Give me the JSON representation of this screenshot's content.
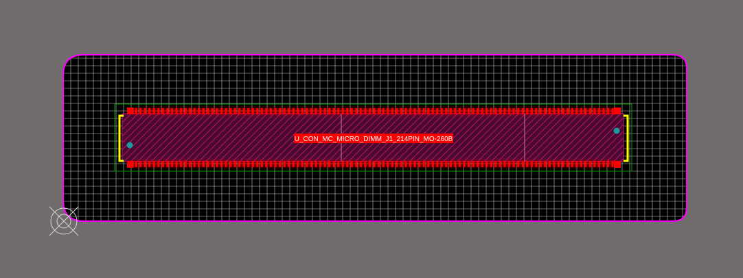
{
  "view": {
    "background_color": "#6f6c6b",
    "board_fill": "#000000",
    "board_outline_color": "#ff00ff",
    "grid_color": "#c8c8c8",
    "grid_on": true
  },
  "component": {
    "designator": "U_CON_MC_MICRO_DIMM_J1_214PIN_MO-260B",
    "pad_color": "#ff0000",
    "body_hatch_color": "#b0106a",
    "silkscreen_color": "#ffff00",
    "courtyard_color": "#00a000",
    "fiducial_color": "#1a9aa0",
    "pins_per_row": 107,
    "rows": 2
  },
  "origin": {
    "icon": "origin-crosshair-icon",
    "color": "#d8d8d8"
  }
}
